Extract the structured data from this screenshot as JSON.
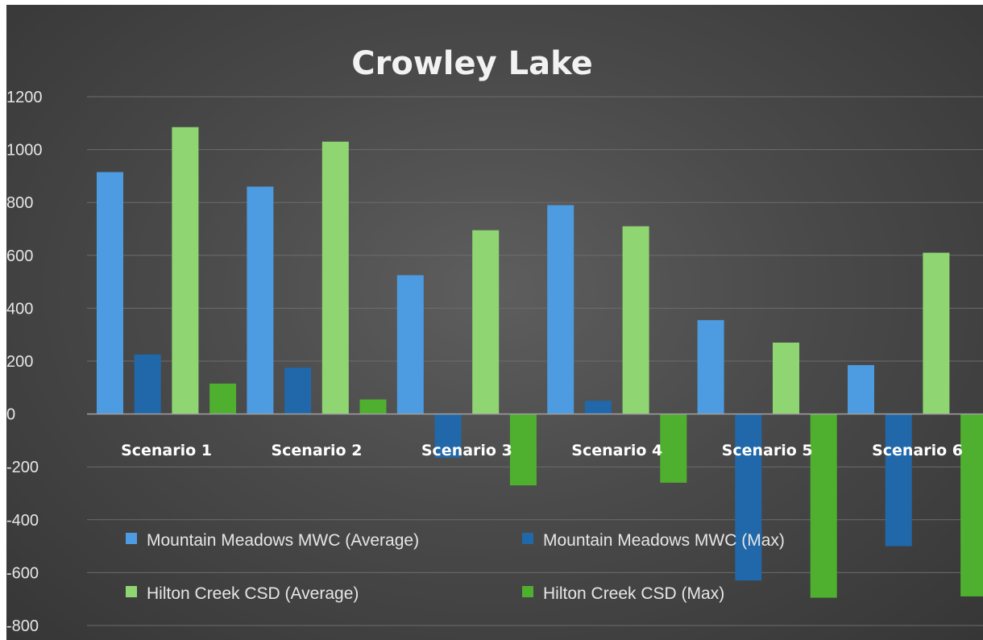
{
  "chart_data": {
    "type": "bar",
    "title": "Crowley Lake",
    "xlabel": "",
    "ylabel": "",
    "categories": [
      "Scenario 1",
      "Scenario 2",
      "Scenario 3",
      "Scenario 4",
      "Scenario 5",
      "Scenario 6"
    ],
    "series": [
      {
        "name": "Mountain Meadows MWC (Average)",
        "color": "#4d9be0",
        "values": [
          915,
          860,
          525,
          790,
          355,
          185
        ]
      },
      {
        "name": "Mountain Meadows MWC (Max)",
        "color": "#2068aa",
        "values": [
          225,
          175,
          -165,
          50,
          -630,
          -500
        ]
      },
      {
        "name": "Hilton Creek CSD (Average)",
        "color": "#8fd672",
        "values": [
          1085,
          1030,
          695,
          710,
          270,
          610
        ]
      },
      {
        "name": "Hilton Creek CSD (Max)",
        "color": "#4faf2e",
        "values": [
          115,
          55,
          -270,
          -260,
          -695,
          -690
        ]
      }
    ],
    "ylim": [
      -800,
      1200
    ],
    "yticks": [
      1200,
      1000,
      800,
      600,
      400,
      200,
      0,
      -200,
      -400,
      -600,
      -800
    ],
    "grid": true,
    "legend_position": "bottom-inside"
  }
}
